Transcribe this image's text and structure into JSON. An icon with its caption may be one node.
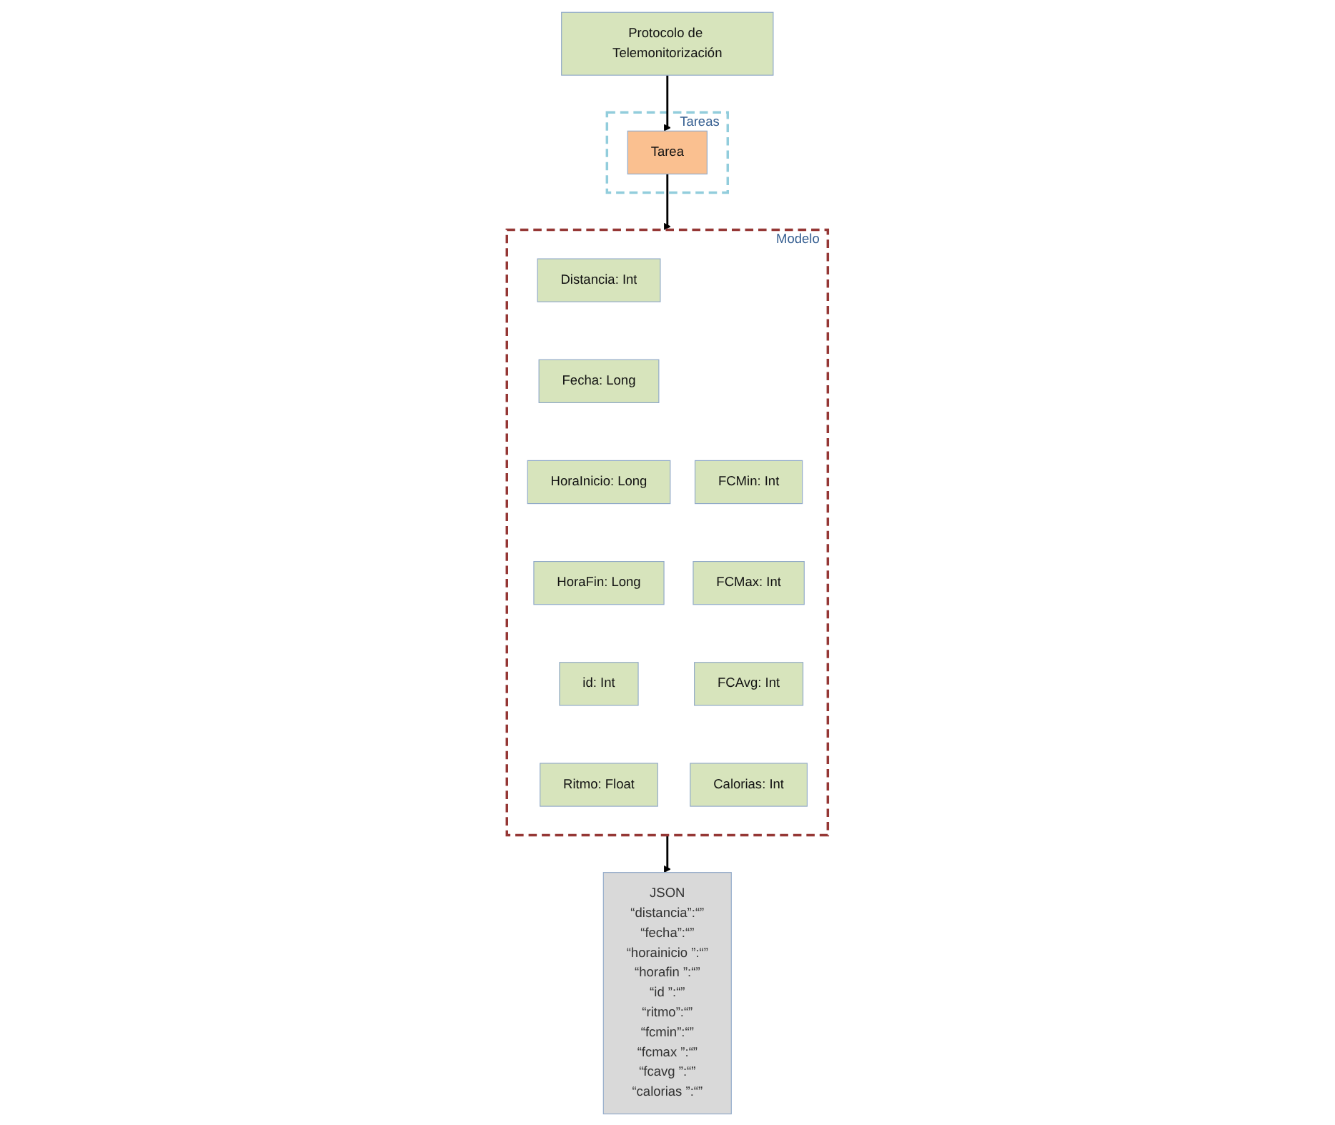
{
  "diagram": {
    "nodes": [
      {
        "text": [
          "Protocolo de Telemonitorización"
        ]
      },
      {
        "text": [
          "Tareas"
        ]
      },
      {
        "text": [
          "Tarea"
        ],
        "in": 1
      },
      {
        "text": [
          "Modelo"
        ]
      },
      {
        "text": [
          "Distancia: Int"
        ],
        "in": 3
      },
      {
        "text": [
          "FCMin: Int"
        ],
        "in": 3
      },
      {
        "text": [
          "Fecha: Long"
        ],
        "in": 3
      },
      {
        "text": [
          "FCMax: Int"
        ],
        "in": 3
      },
      {
        "text": [
          "HoraInicio: Long"
        ],
        "in": 3
      },
      {
        "text": [
          "FCAvg: Int"
        ],
        "in": 3
      },
      {
        "text": [
          "HoraFin: Long"
        ],
        "in": 3
      },
      {
        "text": [
          "Calorias: Int"
        ],
        "in": 3
      },
      {
        "text": [
          "id: Int"
        ],
        "in": 3
      },
      {
        "text": [
          "Ritmo: Float"
        ],
        "in": 3
      },
      {
        "text": [
          "JSON",
          "“distancia”:“”",
          "“fecha”:“”",
          "“horainicio ”:“”",
          "“horafin ”:“”",
          "“id ”:“”",
          "“ritmo”:“”",
          "“fcmin”:“”",
          "“fcmax ”:“”",
          "“fcavg ”:“”",
          "“calorias ”:“”"
        ]
      }
    ],
    "edges": [
      {
        "from": 0,
        "to": 2,
        "arrow": "to"
      },
      {
        "from": 2,
        "to": 3,
        "arrow": "to"
      },
      {
        "from": 3,
        "to": 14,
        "arrow": "to"
      }
    ]
  }
}
